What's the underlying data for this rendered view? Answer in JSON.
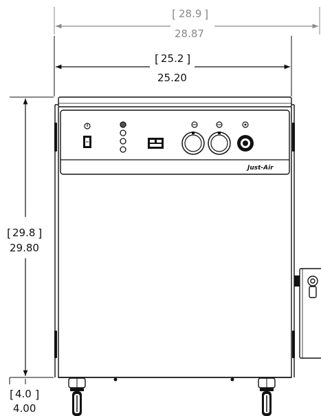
{
  "drawing": {
    "type": "dimensioned front elevation",
    "dimensions": {
      "overall_width": {
        "bracket": "28.9",
        "value": "28.87"
      },
      "cabinet_width": {
        "bracket": "25.2",
        "value": "25.20"
      },
      "cabinet_height": {
        "bracket": "29.8",
        "value": "29.80"
      },
      "caster_height": {
        "bracket": "4.0",
        "value": "4.00"
      }
    },
    "brand_label": "Just-Air",
    "colors": {
      "line_dark": "#111111",
      "line_grey": "#8a8a8a",
      "background": "#ffffff"
    }
  }
}
